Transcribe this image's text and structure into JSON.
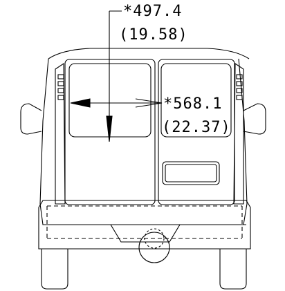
{
  "diagram": {
    "dimensions": [
      {
        "id": "window-height",
        "value": "*497.4",
        "converted": "(19.58)"
      },
      {
        "id": "window-width",
        "value": "*568.1",
        "converted": "(22.37)"
      }
    ],
    "line_color": "#000000",
    "background": "#ffffff"
  }
}
